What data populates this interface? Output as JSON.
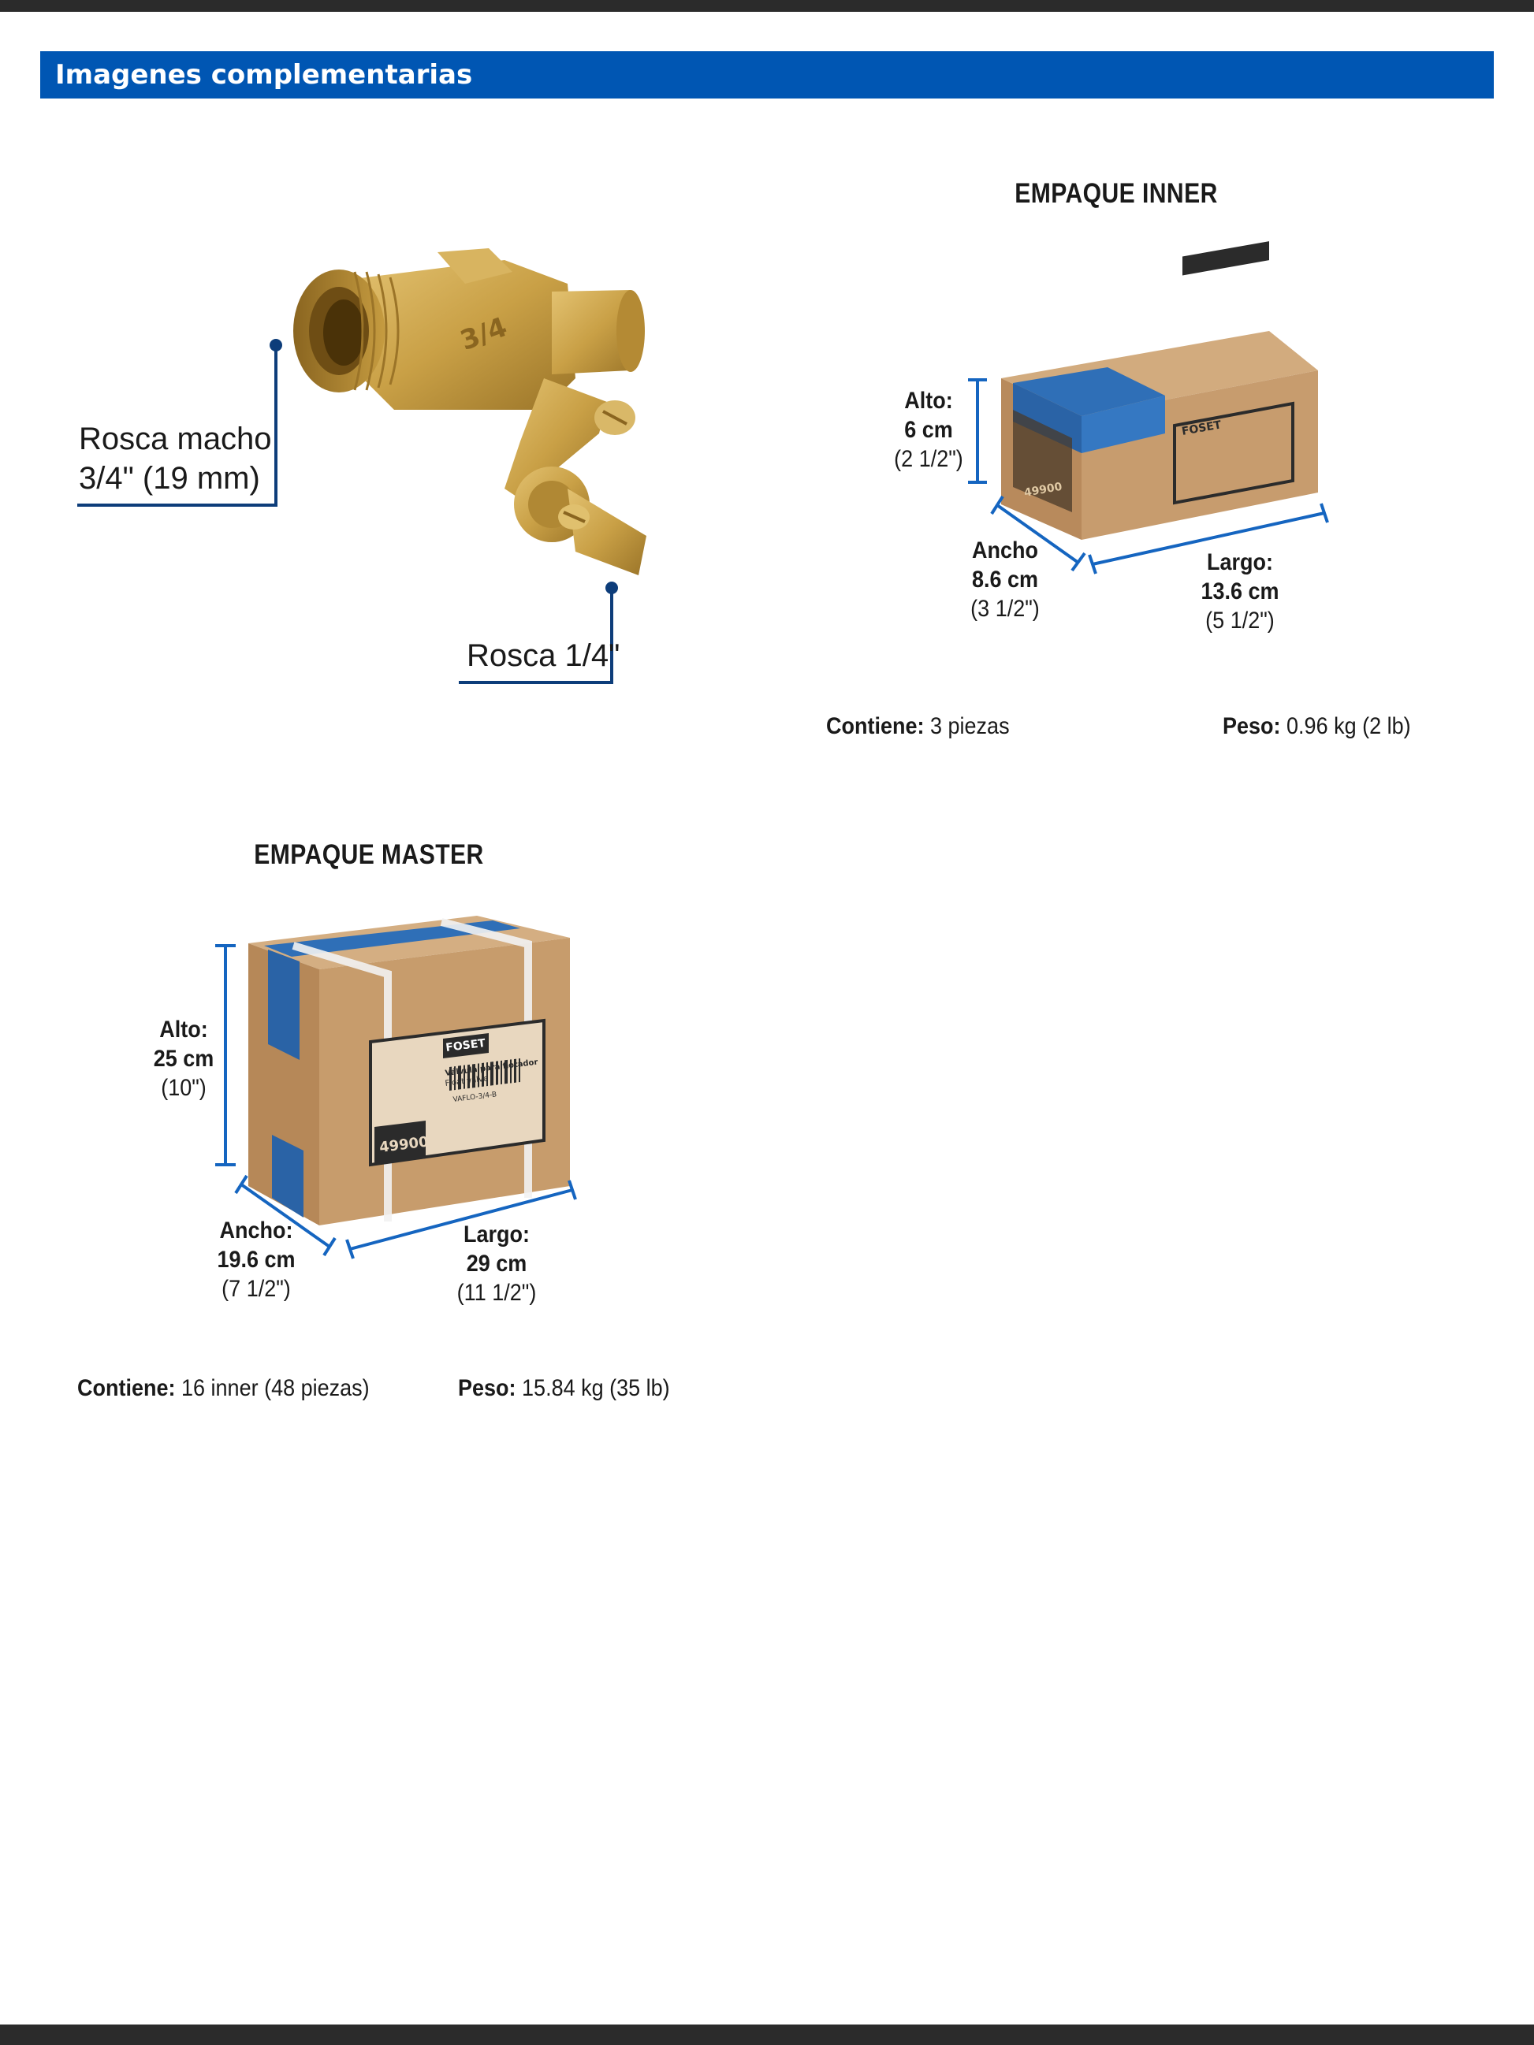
{
  "header": {
    "title": "Imagenes complementarias"
  },
  "product": {
    "label_male_thread_line1": "Rosca macho",
    "label_male_thread_line2": "3/4\" (19 mm)",
    "label_thread_quarter": "Rosca 1/4\"",
    "casting_mark": "3/4"
  },
  "inner": {
    "title": "EMPAQUE INNER",
    "alto": {
      "label": "Alto:",
      "value": "6 cm",
      "imperial": "(2 1/2\")"
    },
    "ancho": {
      "label": "Ancho",
      "value": "8.6 cm",
      "imperial": "(3 1/2\")"
    },
    "largo": {
      "label": "Largo:",
      "value": "13.6 cm",
      "imperial": "(5 1/2\")"
    },
    "contiene_label": "Contiene:",
    "contiene_value": "3 piezas",
    "peso_label": "Peso:",
    "peso_value": "0.96 kg (2 lb)",
    "box_brand": "FOSET",
    "box_code": "49900"
  },
  "master": {
    "title": "EMPAQUE MASTER",
    "alto": {
      "label": "Alto:",
      "value": "25 cm",
      "imperial": "(10\")"
    },
    "ancho": {
      "label": "Ancho:",
      "value": "19.6 cm",
      "imperial": "(7 1/2\")"
    },
    "largo": {
      "label": "Largo:",
      "value": "29 cm",
      "imperial": "(11 1/2\")"
    },
    "contiene_label": "Contiene:",
    "contiene_value": "16 inner (48 piezas)",
    "peso_label": "Peso:",
    "peso_value": "15.84 kg (35 lb)",
    "box_brand": "FOSET",
    "box_code": "49900",
    "box_product": "Válvula para flotador",
    "box_product_en": "Float valve",
    "box_sku": "VAFLO-3/4-B"
  },
  "colors": {
    "accent": "#0056b3",
    "dimension_line": "#1565c0",
    "brass": "#c9a046",
    "cardboard": "#c49a6c"
  }
}
